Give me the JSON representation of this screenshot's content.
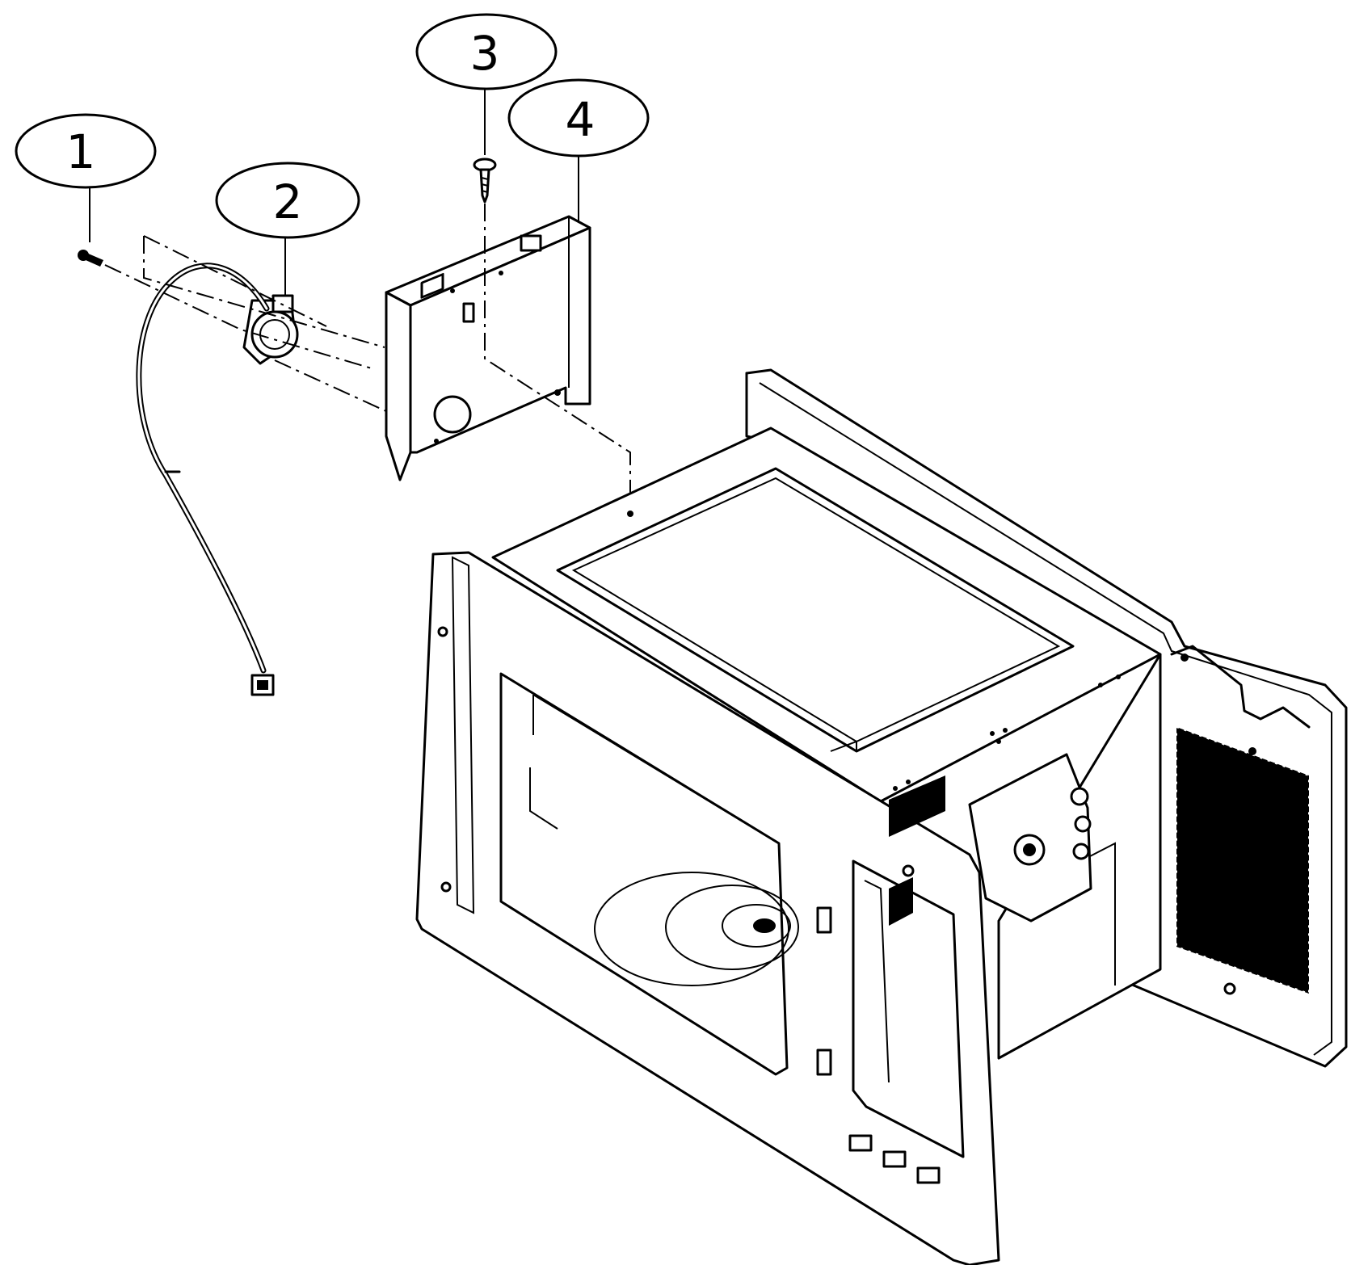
{
  "diagram": {
    "callouts": [
      {
        "id": "1",
        "label": "1"
      },
      {
        "id": "2",
        "label": "2"
      },
      {
        "id": "3",
        "label": "3"
      },
      {
        "id": "4",
        "label": "4"
      }
    ],
    "line_color": "#000000",
    "background": "#ffffff"
  }
}
